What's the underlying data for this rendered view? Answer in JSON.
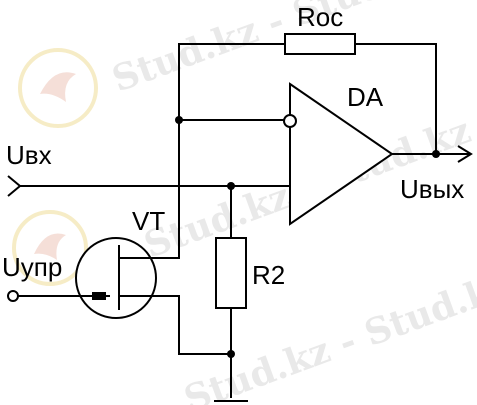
{
  "labels": {
    "feedback_resistor": "Roc",
    "opamp": "DA",
    "input": "Uвх",
    "output": "Uвых",
    "transistor": "VT",
    "control": "Uупр",
    "resistor2": "R2"
  },
  "watermark": {
    "text": "Stud.kz - Stud.kz",
    "color": "#d7d7d7"
  },
  "colors": {
    "line": "#000000",
    "background": "#ffffff"
  }
}
